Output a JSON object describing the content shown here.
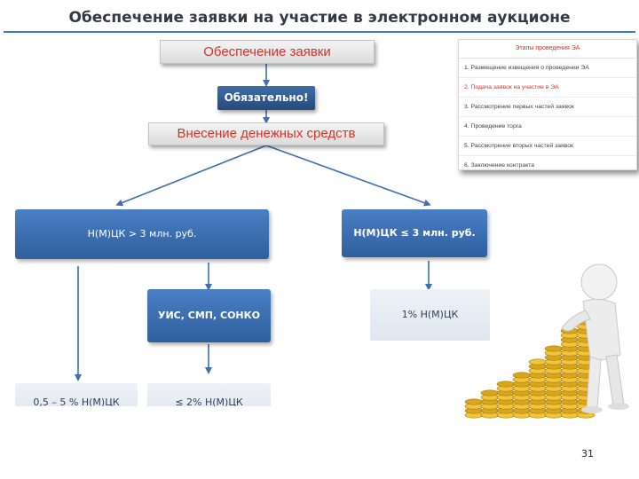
{
  "title": "Обеспечение заявки на участие в электронном аукционе",
  "top_box": "Обеспечение заявки",
  "mandatory": "Обязательно!",
  "deposit": "Внесение денежных средств",
  "branch_left": "Н(М)ЦК > 3 млн. руб.",
  "branch_right": "Н(М)ЦК ≤ 3 млн. руб.",
  "special": "УИС, СМП, СОНКО",
  "right_result": "1% Н(М)ЦК",
  "left_result": "0,5 – 5 % Н(М)ЦК",
  "mid_result": "≤ 2% Н(М)ЦК",
  "stages": {
    "header": "Этапы проведения ЭА",
    "items": [
      {
        "label": "1. Размещение извещения о проведении ЭА",
        "active": false
      },
      {
        "label": "2. Подача заявок на участие в ЭА",
        "active": true
      },
      {
        "label": "3. Рассмотрение первых частей заявок",
        "active": false
      },
      {
        "label": "4. Проведение торга",
        "active": false
      },
      {
        "label": "5. Рассмотрение вторых частей заявок",
        "active": false
      },
      {
        "label": "6. Заключение контракта",
        "active": false
      }
    ]
  },
  "page_number": "31",
  "colors": {
    "accent_red": "#d7312a",
    "navy": "#26497a",
    "blue": "#3f74b8",
    "arrow": "#3f6fae",
    "coin_gold": "#e0b022"
  }
}
